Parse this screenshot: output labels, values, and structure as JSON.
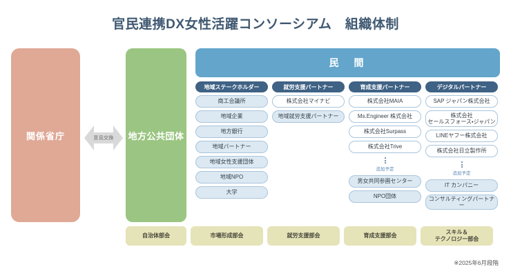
{
  "title": "官民連携DX女性活躍コンソーシアム　組織体制",
  "colors": {
    "government": "#dfa996",
    "local_government": "#9bc582",
    "private_header": "#63a5cb",
    "column_header": "#3f6285",
    "item_tint": "#dce9f2",
    "subcommittee": "#e5e3b8",
    "pending_text": "#5b8ab5",
    "title_text": "#3f5871"
  },
  "government": {
    "label": "関係省庁"
  },
  "exchange": {
    "label": "意見交換",
    "icon": "double-arrow-icon"
  },
  "local_government": {
    "label": "地方公共団体"
  },
  "private": {
    "header": "民　間",
    "columns": [
      {
        "header": "地域ステークホルダー",
        "items": [
          {
            "label": "商工会議所",
            "tinted": true
          },
          {
            "label": "地域企業",
            "tinted": true
          },
          {
            "label": "地方銀行",
            "tinted": true
          },
          {
            "label": "地域パートナー",
            "tinted": true
          },
          {
            "label": "地域女性支援団体",
            "tinted": true
          },
          {
            "label": "地域NPO",
            "tinted": true
          },
          {
            "label": "大学",
            "tinted": true
          }
        ],
        "pending": null,
        "pending_items": []
      },
      {
        "header": "就労支援パートナー",
        "items": [
          {
            "label": "株式会社マイナビ",
            "tinted": false
          },
          {
            "label": "地域就労支援パートナー",
            "tinted": true
          }
        ],
        "pending": null,
        "pending_items": []
      },
      {
        "header": "育成支援パートナー",
        "items": [
          {
            "label": "株式会社MAIA",
            "tinted": false
          },
          {
            "label": "Ms.Engineer 株式会社",
            "tinted": false
          },
          {
            "label": "株式会社Surpass",
            "tinted": false
          },
          {
            "label": "株式会社Trive",
            "tinted": false
          }
        ],
        "pending": "追加予定",
        "pending_items": [
          {
            "label": "男女共同参画センター",
            "tinted": true
          },
          {
            "label": "NPO団体",
            "tinted": true
          }
        ]
      },
      {
        "header": "デジタルパートナー",
        "items": [
          {
            "label": "SAP ジャパン株式会社",
            "tinted": false
          },
          {
            "label": "株式会社\nセールスフォース・ジャパン",
            "tinted": false,
            "two_line": true
          },
          {
            "label": "LINEヤフー株式会社",
            "tinted": false
          },
          {
            "label": "株式会社日立製作所",
            "tinted": false
          }
        ],
        "pending": "追加予定",
        "pending_items": [
          {
            "label": "IT カンパニー",
            "tinted": true
          },
          {
            "label": "コンサルティングパートナー",
            "tinted": true
          }
        ]
      }
    ]
  },
  "subcommittees": [
    {
      "label": "自治体部会"
    },
    {
      "label": "市場形成部会"
    },
    {
      "label": "就労支援部会"
    },
    {
      "label": "育成支援部会"
    },
    {
      "label": "スキル＆\nテクノロジー部会"
    }
  ],
  "footnote": "※2025年6月段階"
}
